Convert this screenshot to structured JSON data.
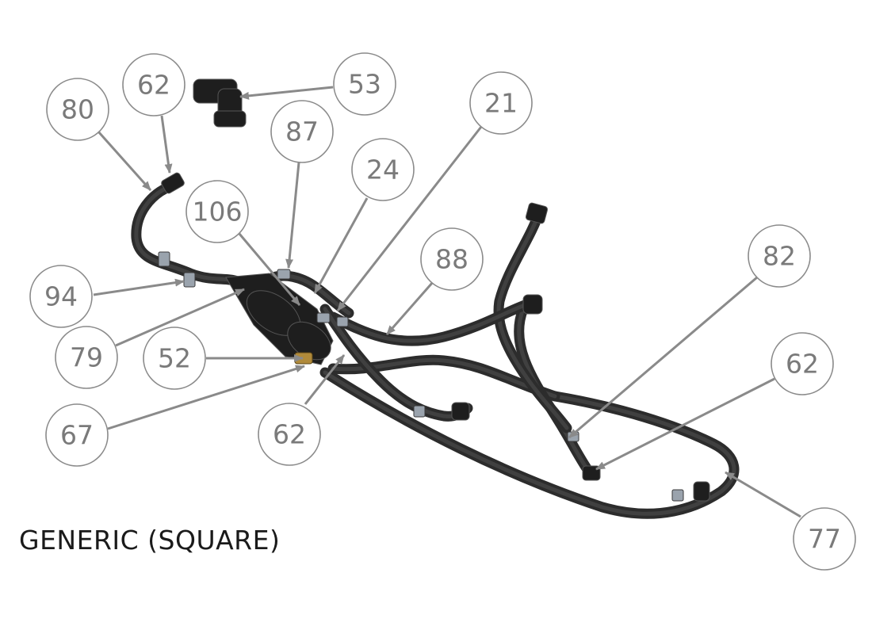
{
  "caption": "GENERIC (SQUARE)",
  "balloons": [
    {
      "id": "b80",
      "label": "80"
    },
    {
      "id": "b62a",
      "label": "62"
    },
    {
      "id": "b53",
      "label": "53"
    },
    {
      "id": "b87",
      "label": "87"
    },
    {
      "id": "b24",
      "label": "24"
    },
    {
      "id": "b21",
      "label": "21"
    },
    {
      "id": "b106",
      "label": "106"
    },
    {
      "id": "b88",
      "label": "88"
    },
    {
      "id": "b82",
      "label": "82"
    },
    {
      "id": "b94",
      "label": "94"
    },
    {
      "id": "b79",
      "label": "79"
    },
    {
      "id": "b52",
      "label": "52"
    },
    {
      "id": "b62b",
      "label": "62"
    },
    {
      "id": "b67",
      "label": "67"
    },
    {
      "id": "b62c",
      "label": "62"
    },
    {
      "id": "b77",
      "label": "77"
    }
  ],
  "colors": {
    "balloon_stroke": "#8a8a8a",
    "balloon_text": "#7a7a7a",
    "hose": "#2c2c2c",
    "caption": "#1a1a1a"
  }
}
